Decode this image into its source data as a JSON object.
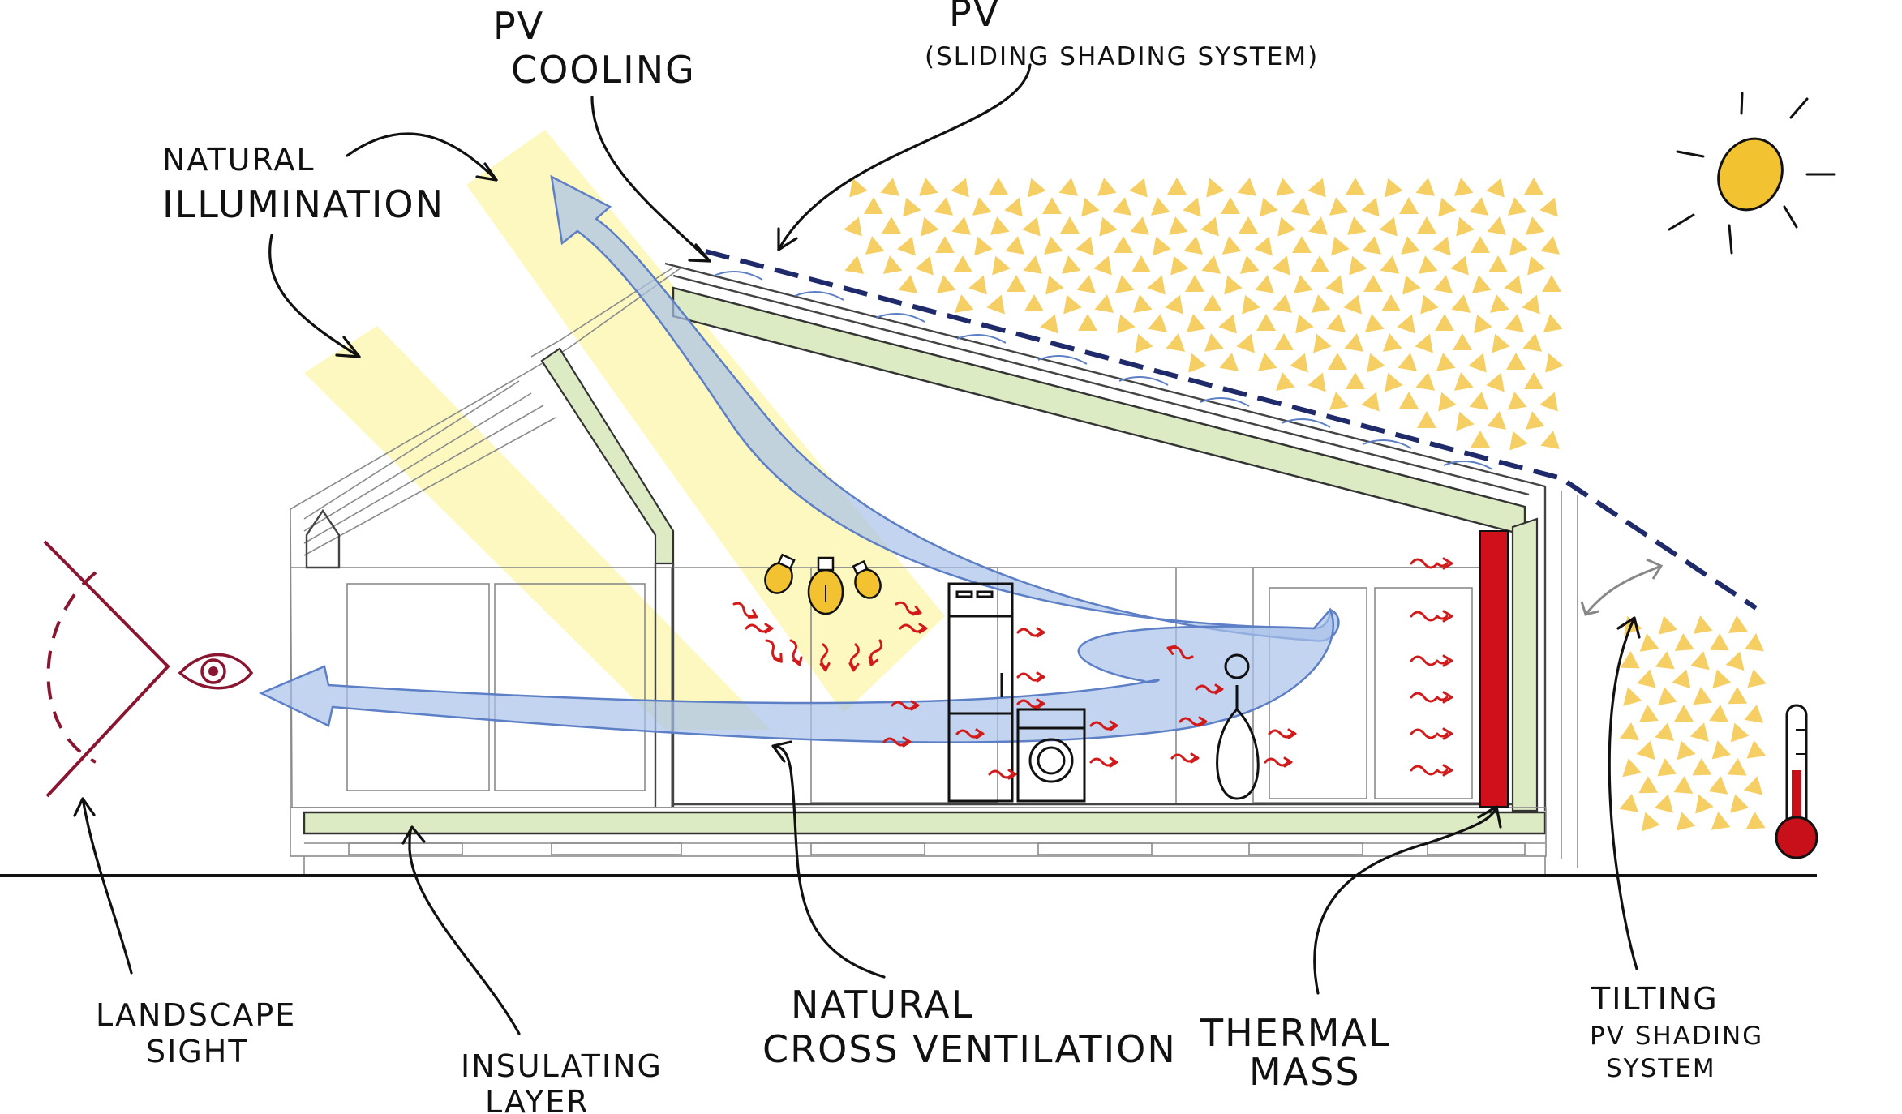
{
  "labels": {
    "pv_cooling_1": "PV",
    "pv_cooling_2": "COOLING",
    "pv_shading_1": "PV",
    "pv_shading_2": "(SLIDING SHADING SYSTEM)",
    "illum_1": "NATURAL",
    "illum_2": "ILLUMINATION",
    "landscape_1": "LANDSCAPE",
    "landscape_2": "SIGHT",
    "insul_1": "INSULATING",
    "insul_2": "LAYER",
    "vent_1": "NATURAL",
    "vent_2": "CROSS VENTILATION",
    "thermal_1": "THERMAL",
    "thermal_2": "MASS",
    "tilt_1": "TILTING",
    "tilt_2": "PV SHADING",
    "tilt_3": "SYSTEM"
  },
  "colors": {
    "sun": "#f2c230",
    "sun_rays_triangles": "#f6cf64",
    "light_beam": "#fbf7b5",
    "airflow": "#a9c2ea",
    "airflow_stroke": "#5d7fc6",
    "insulation": "#dcebc4",
    "pv_panel": "#1f2a6b",
    "thermal_mass": "#d0101a",
    "heat": "#d21a1a",
    "eye": "#8a1530",
    "thermometer": "#c8101a"
  },
  "icons": [
    "sun-icon",
    "lightbulb-icon",
    "eye-icon",
    "thermometer-icon",
    "person-icon",
    "fridge-icon",
    "washing-machine-icon"
  ]
}
